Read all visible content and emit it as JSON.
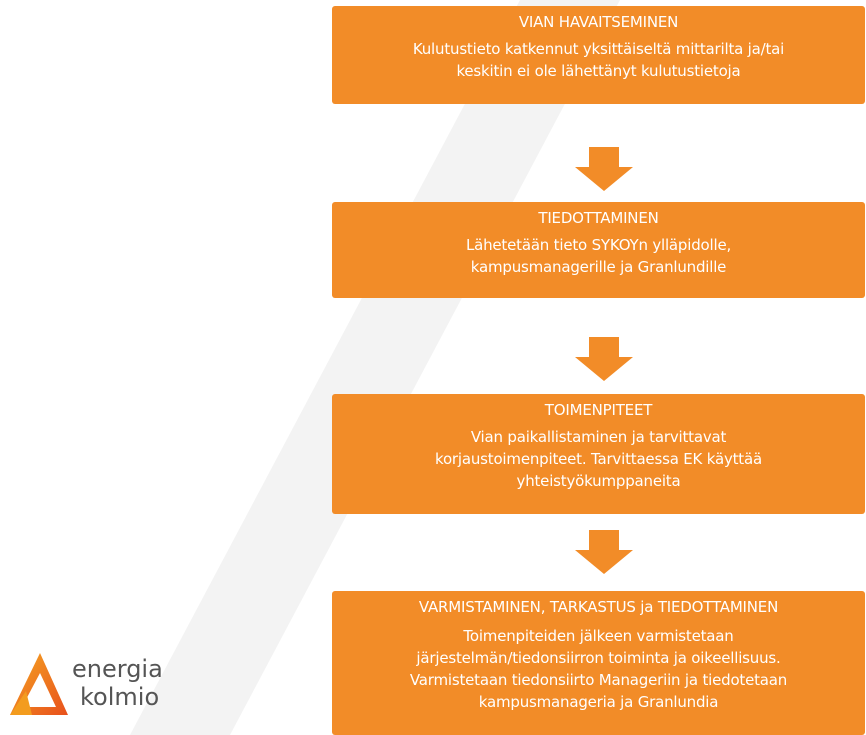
{
  "flow": {
    "steps": [
      {
        "title": "VIAN HAVAITSEMINEN",
        "body_lines": [
          "Kulutustieto katkennut yksittäiseltä mittarilta ja/tai",
          "keskitin ei ole lähettänyt kulutustietoja"
        ]
      },
      {
        "title": "TIEDOTTAMINEN",
        "body_lines": [
          "Lähetetään tieto SYKOYn ylläpidolle,",
          "kampusmanagerille ja Granlundille"
        ]
      },
      {
        "title": "TOIMENPITEET",
        "body_lines": [
          "Vian paikallistaminen ja tarvittavat",
          "korjaustoimenpiteet. Tarvittaessa EK käyttää",
          "yhteistyökumppaneita"
        ]
      },
      {
        "title": "VARMISTAMINEN, TARKASTUS ja TIEDOTTAMINEN",
        "body_lines": [
          "Toimenpiteiden jälkeen varmistetaan",
          "järjestelmän/tiedonsiirron toiminta ja oikeellisuus.",
          "Varmistetaan tiedonsiirto Manageriin ja tiedotetaan",
          "kampusmanageria ja Granlundia"
        ]
      }
    ],
    "box_color": "#f28c28",
    "arrow_color": "#f28c28",
    "text_color": "#ffffff"
  },
  "logo": {
    "line1": "energia",
    "line2": "kolmio",
    "icon": "triangle-logo-icon",
    "colors": [
      "#f5a623",
      "#e8501c"
    ]
  }
}
